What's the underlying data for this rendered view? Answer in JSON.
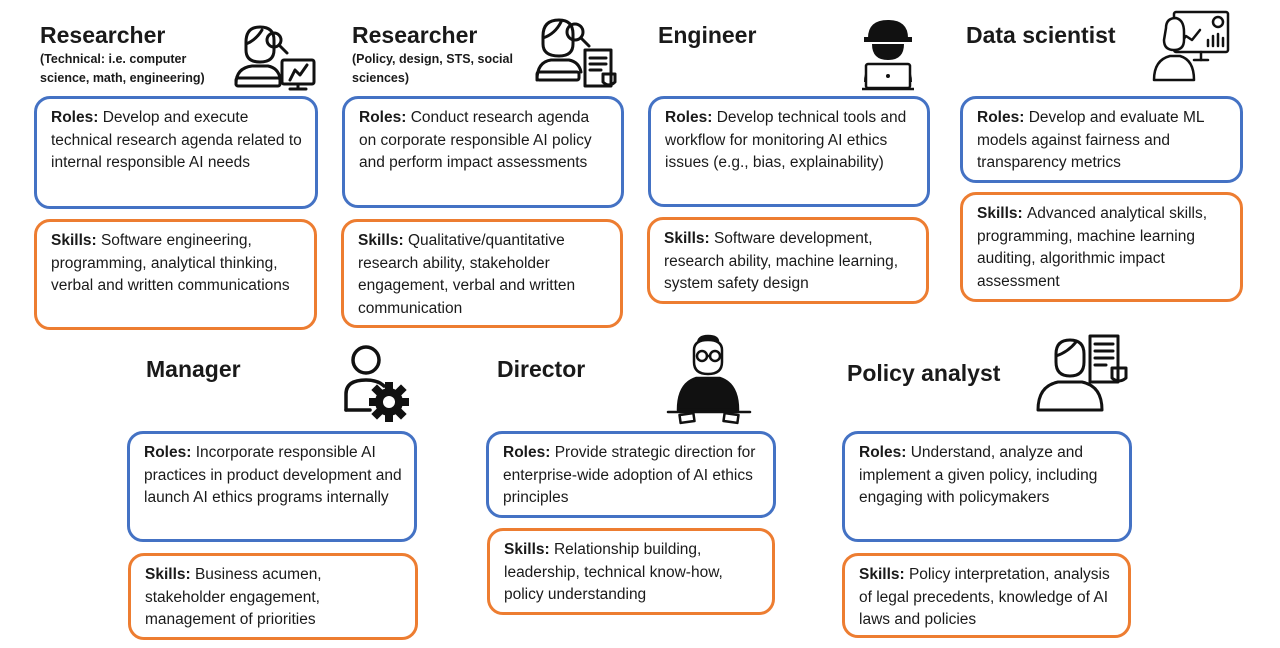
{
  "colors": {
    "roles_border": "#4472c4",
    "skills_border": "#ed7d31"
  },
  "cards": {
    "researcher_technical": {
      "title": "Researcher",
      "subtitle": "(Technical: i.e. computer science, math, engineering)",
      "icon": "researcher-analytics-icon",
      "roles_label": "Roles:",
      "roles_text": "Develop and execute technical research agenda related to internal responsible AI needs",
      "skills_label": "Skills:",
      "skills_text": "Software engineering, programming, analytical thinking, verbal and written communications"
    },
    "researcher_policy": {
      "title": "Researcher",
      "subtitle": "(Policy, design, STS, social sciences)",
      "icon": "researcher-policy-icon",
      "roles_label": "Roles:",
      "roles_text": "Conduct research agenda on corporate responsible AI policy and perform impact assessments",
      "skills_label": "Skills:",
      "skills_text": "Qualitative/quantitative research ability, stakeholder engagement, verbal and written communication"
    },
    "engineer": {
      "title": "Engineer",
      "icon": "engineer-hardhat-icon",
      "roles_label": "Roles:",
      "roles_text": "Develop technical tools and workflow for monitoring AI ethics issues (e.g., bias, explainability)",
      "skills_label": "Skills:",
      "skills_text": "Software development, research ability, machine learning, system safety design"
    },
    "data_scientist": {
      "title": "Data scientist",
      "icon": "data-scientist-dashboard-icon",
      "roles_label": "Roles:",
      "roles_text": "Develop and evaluate ML models against fairness and transparency metrics",
      "skills_label": "Skills:",
      "skills_text": "Advanced analytical skills, programming, machine learning auditing, algorithmic impact assessment"
    },
    "manager": {
      "title": "Manager",
      "icon": "manager-gear-icon",
      "roles_label": "Roles:",
      "roles_text": "Incorporate responsible AI practices in product development and launch AI ethics programs internally",
      "skills_label": "Skills:",
      "skills_text": "Business acumen, stakeholder engagement, management of priorities"
    },
    "director": {
      "title": "Director",
      "icon": "director-desk-icon",
      "roles_label": "Roles:",
      "roles_text": "Provide strategic direction for enterprise-wide adoption of AI ethics principles",
      "skills_label": "Skills:",
      "skills_text": "Relationship building, leadership, technical know-how, policy understanding"
    },
    "policy_analyst": {
      "title": "Policy analyst",
      "icon": "policy-analyst-document-icon",
      "roles_label": "Roles:",
      "roles_text": "Understand, analyze and implement a given policy, including engaging with policymakers",
      "skills_label": "Skills:",
      "skills_text": "Policy interpretation, analysis of legal precedents, knowledge of AI laws and policies"
    }
  }
}
